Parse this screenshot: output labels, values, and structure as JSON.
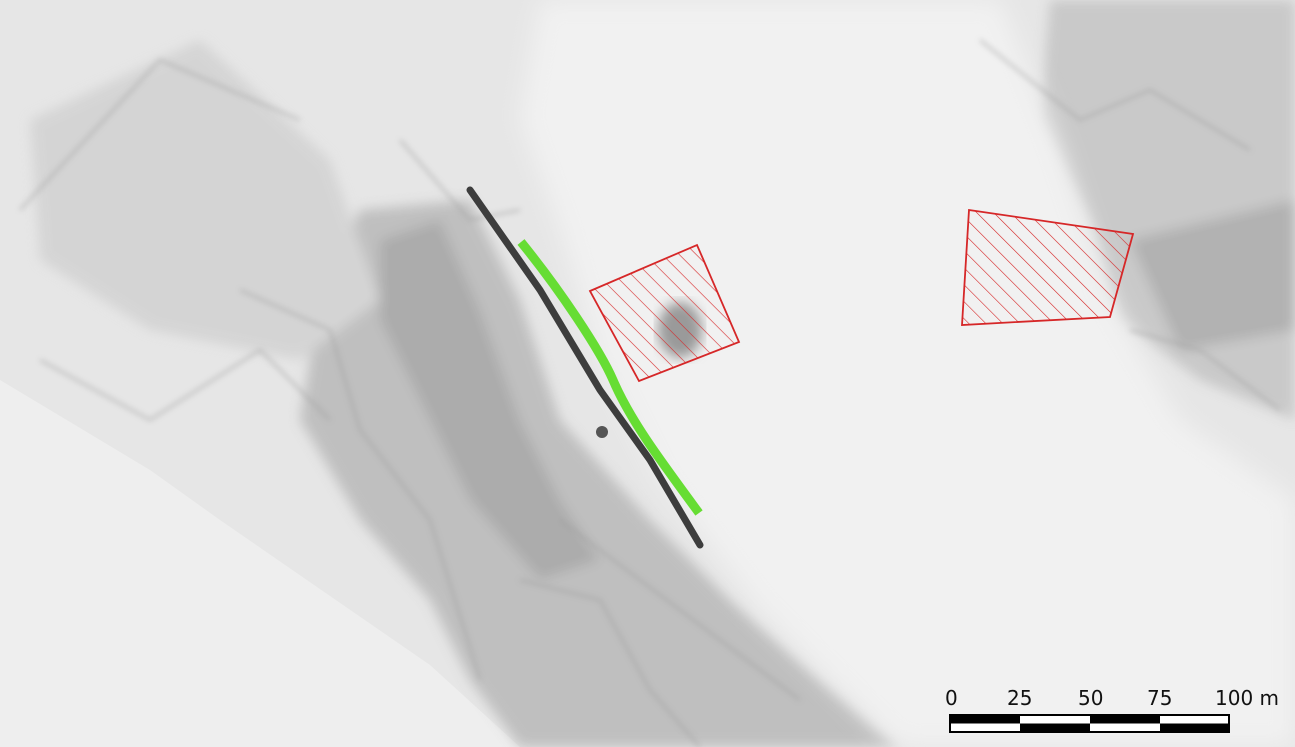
{
  "map": {
    "basemap": "grayscale-hillshade-relief",
    "colors": {
      "trench_line": "#66dd33",
      "survey_polygon": "#d62728",
      "flat_ground": "#ececec",
      "scalebar": "#000000"
    },
    "features": [
      {
        "type": "line",
        "name": "trench-line"
      },
      {
        "type": "hatched-polygon",
        "name": "survey-polygon-west"
      },
      {
        "type": "hatched-polygon",
        "name": "survey-polygon-east"
      }
    ]
  },
  "scalebar": {
    "ticks": [
      "0",
      "25",
      "50",
      "75",
      "100 m"
    ],
    "unit": "m"
  }
}
